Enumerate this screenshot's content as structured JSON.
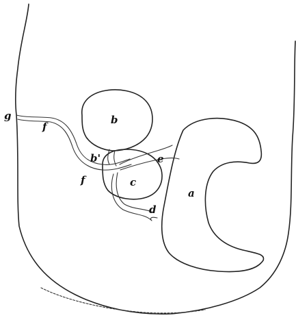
{
  "labels": {
    "a": "a",
    "b_upper": "b",
    "b_prime": "b'",
    "c": "c",
    "d": "d",
    "e": "e",
    "f_left": "f",
    "f_lower": "f",
    "g": "g"
  },
  "colors": {
    "ink": "#222222",
    "background": "#ffffff"
  }
}
